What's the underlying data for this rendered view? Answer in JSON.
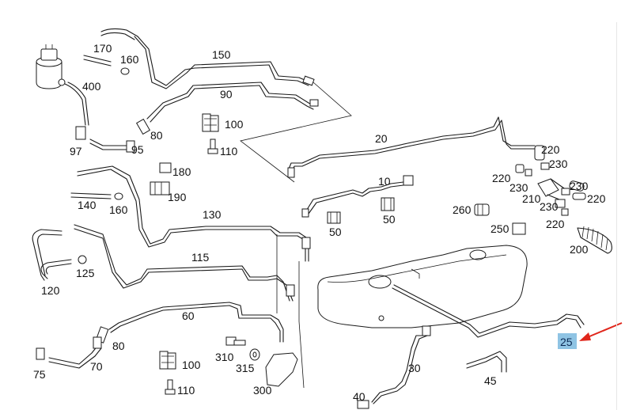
{
  "callouts": {
    "c10": "10",
    "c20": "20",
    "c25": "25",
    "c30": "30",
    "c40": "40",
    "c45": "45",
    "c50a": "50",
    "c50b": "50",
    "c60": "60",
    "c70": "70",
    "c75": "75",
    "c80a": "80",
    "c80b": "80",
    "c90": "90",
    "c95": "95",
    "c97": "97",
    "c100a": "100",
    "c100b": "100",
    "c110a": "110",
    "c110b": "110",
    "c115": "115",
    "c120": "120",
    "c125": "125",
    "c130": "130",
    "c140": "140",
    "c150": "150",
    "c160a": "160",
    "c160b": "160",
    "c170": "170",
    "c180": "180",
    "c190": "190",
    "c200": "200",
    "c210": "210",
    "c220a": "220",
    "c220b": "220",
    "c220c": "220",
    "c220d": "220",
    "c230a": "230",
    "c230b": "230",
    "c230c": "230",
    "c230d": "230",
    "c250": "250",
    "c260": "260",
    "c300": "300",
    "c310": "310",
    "c315": "315",
    "c400": "400"
  },
  "highlight": {
    "part": "25",
    "box_color": "#8fc4e4",
    "arrow_color": "#e0261b"
  }
}
